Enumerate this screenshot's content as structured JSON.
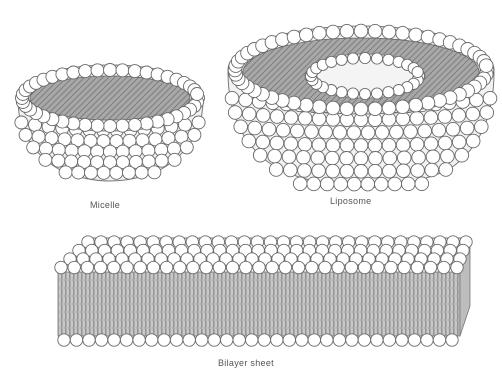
{
  "labels": {
    "micelle": "Micelle",
    "liposome": "Liposome",
    "bilayer": "Bilayer sheet"
  },
  "colors": {
    "outline": "#6a6a6a",
    "head_fill": "#ffffff",
    "tail_stroke": "#8a8a8a",
    "core_fill": "#9a9a9a"
  }
}
